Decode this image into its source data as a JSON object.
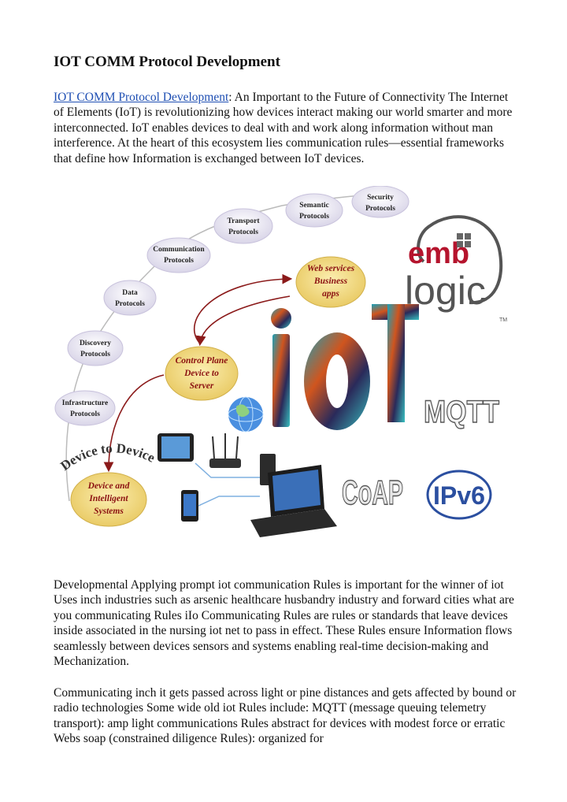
{
  "heading": "IOT COMM Protocol Development",
  "intro": {
    "link_text": "IOT COMM Protocol Development",
    "text": ": An Important to the Future of Connectivity The Internet of Elements (IoT) is revolutionizing how devices interact making our world smarter and more interconnected. IoT enables devices to deal with and work along information without man interference. At the heart of this ecosystem lies communication rules—essential frameworks that define how Information is exchanged between IoT devices."
  },
  "figure": {
    "ovals": [
      {
        "line1": "Security",
        "line2": "Protocols"
      },
      {
        "line1": "Semantic",
        "line2": "Protocols"
      },
      {
        "line1": "Transport",
        "line2": "Protocols"
      },
      {
        "line1": "Communication",
        "line2": "Protocols"
      },
      {
        "line1": "Data",
        "line2": "Protocols"
      },
      {
        "line1": "Discovery",
        "line2": "Protocols"
      },
      {
        "line1": "Infrastructure",
        "line2": "Protocols"
      }
    ],
    "boxes": [
      {
        "line1": "Web services",
        "line2": "Business",
        "line3": "apps"
      },
      {
        "line1": "Control Plane",
        "line2": "Device to",
        "line3": "Server"
      },
      {
        "line1": "Device and",
        "line2": "Intelligent",
        "line3": "Systems"
      }
    ],
    "arc_text": "Device to Device",
    "logo_emb": "emb",
    "logo_logic": "logic",
    "logo_tm": "TM",
    "iot_text": "IoT",
    "mqtt_text": "MQTT",
    "coap_text": "CoAP",
    "ipv6_text": "IPv6",
    "colors": {
      "oval_fill": "#e9e6f2",
      "box_fill": "#f1dd8a",
      "arrow": "#8b1a1a",
      "logo_red": "#b5142d",
      "logo_gray": "#555555"
    }
  },
  "paragraph2": "Developmental Applying prompt iot communication Rules is important for the winner of iot Uses inch industries such as arsenic healthcare husbandry industry and forward cities what are you communicating Rules iIo Communicating Rules are rules or standards that leave devices inside associated in the nursing iot net to pass in effect. These Rules ensure Information flows seamlessly between devices sensors and systems enabling real-time decision-making and Mechanization.",
  "paragraph3": "Communicating inch it gets passed across light or pine distances and gets affected by bound or radio technologies Some wide old iot Rules include: MQTT (message queuing telemetry transport): amp light communications Rules abstract for devices with modest force or erratic Webs soap (constrained diligence Rules): organized for"
}
